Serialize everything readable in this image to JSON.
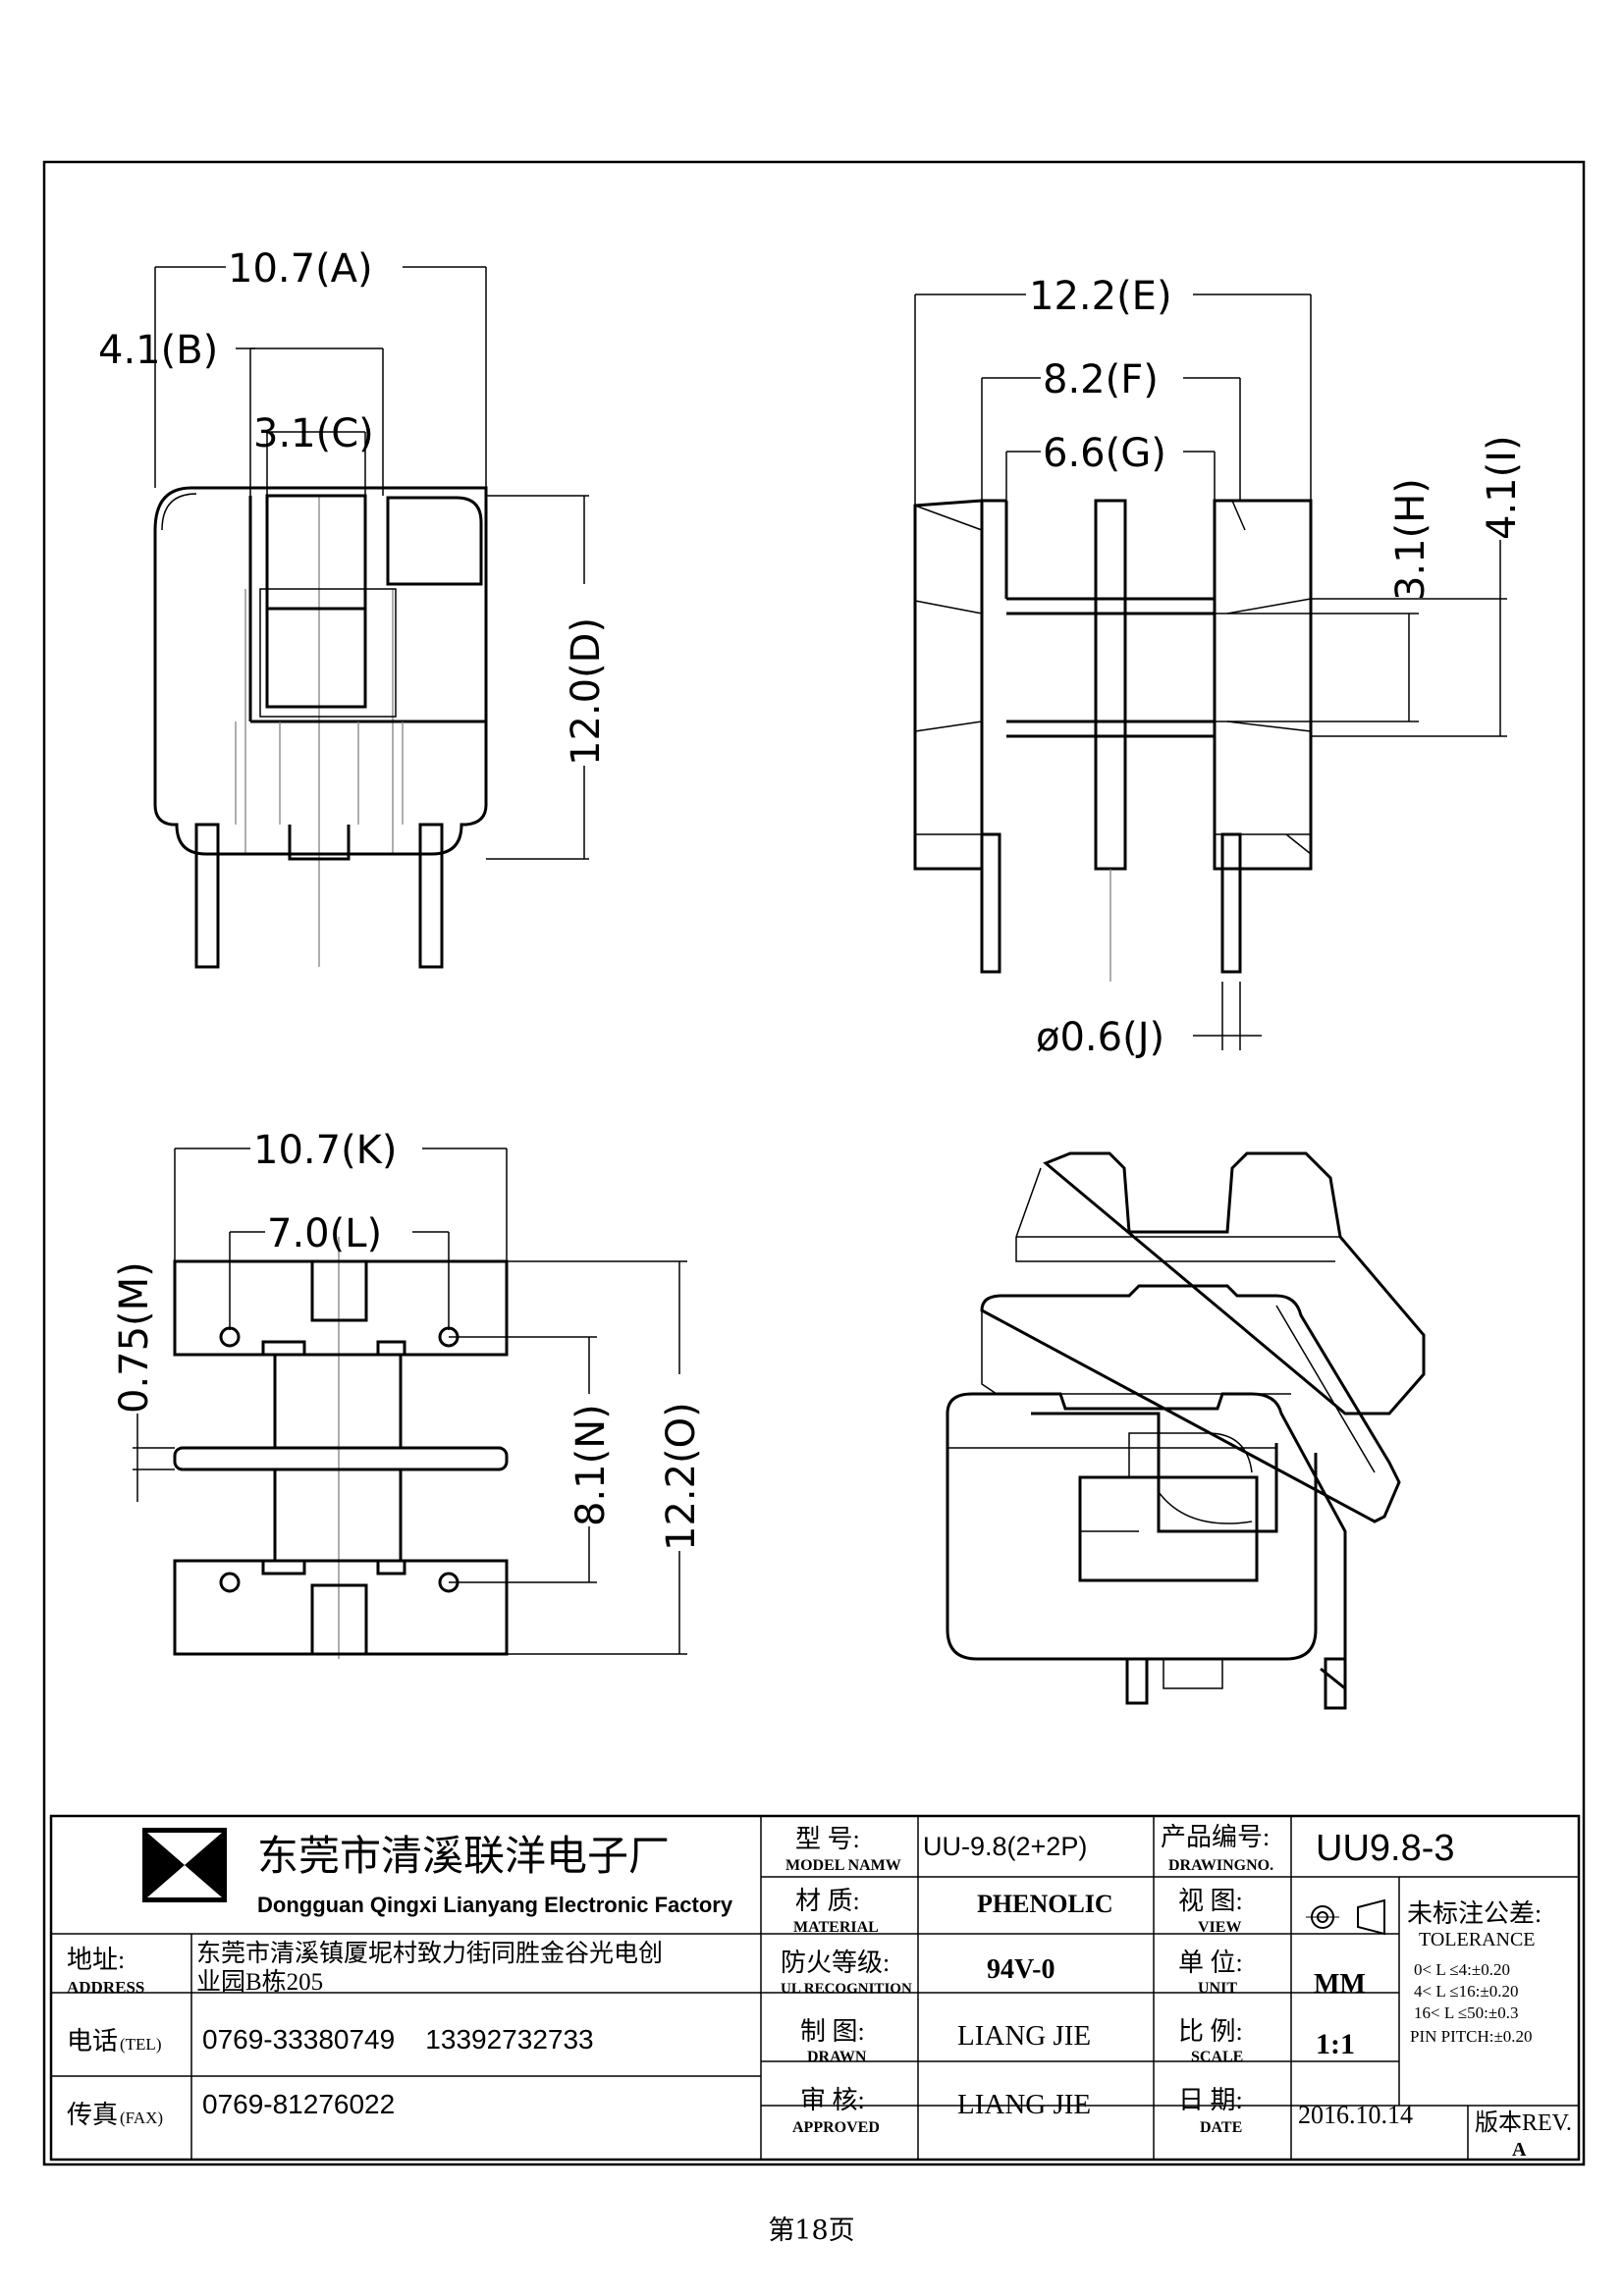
{
  "dimensions": {
    "A": "10.7(A)",
    "B": "4.1(B)",
    "C": "3.1(C)",
    "D": "12.0(D)",
    "E": "12.2(E)",
    "F": "8.2(F)",
    "G": "6.6(G)",
    "H": "3.1(H)",
    "I": "4.1(I)",
    "J": "ø0.6(J)",
    "K": "10.7(K)",
    "L": "7.0(L)",
    "M": "0.75(M)",
    "N": "8.1(N)",
    "O": "12.2(O)"
  },
  "title_block": {
    "company_cn": "东莞市清溪联洋电子厂",
    "company_en": "Dongguan Qingxi Lianyang Electronic Factory",
    "address_label_cn": "地址:",
    "address_label_en": "ADDRESS",
    "address_line1": "东莞市清溪镇厦坭村致力街同胜金谷光电创",
    "address_line2": "业园B栋205",
    "tel_label_cn": "电话",
    "tel_label_en": "(TEL)",
    "tel_value": "0769-33380749    13392732733",
    "fax_label_cn": "传真",
    "fax_label_en": "(FAX)",
    "fax_value": "0769-81276022",
    "model_label_cn": "型  号:",
    "model_label_en": "MODEL NAMW",
    "model_value": "UU-9.8(2+2P)",
    "material_label_cn": "材  质:",
    "material_label_en": "MATERIAL",
    "material_value": "PHENOLIC",
    "ul_label_cn": "防火等级:",
    "ul_label_en": "UL RECOGNITION",
    "ul_value": "94V-0",
    "drawn_label_cn": "制  图:",
    "drawn_label_en": "DRAWN",
    "drawn_value": "LIANG JIE",
    "approved_label_cn": "审  核:",
    "approved_label_en": "APPROVED",
    "approved_value": "LIANG JIE",
    "drawingno_label_cn": "产品编号:",
    "drawingno_label_en": "DRAWINGNO.",
    "drawingno_value": "UU9.8-3",
    "view_label_cn": "视  图:",
    "view_label_en": "VIEW",
    "unit_label_cn": "单  位:",
    "unit_label_en": "UNIT",
    "unit_value": "MM",
    "scale_label_cn": "比  例:",
    "scale_label_en": "SCALE",
    "scale_value": "1:1",
    "date_label_cn": "日  期:",
    "date_label_en": "DATE",
    "date_value": "2016.10.14",
    "tolerance_label_cn": "未标注公差:",
    "tolerance_label_en": "TOLERANCE",
    "tolerance_lines": [
      "0< L ≤4:±0.20",
      "4< L ≤16:±0.20",
      "16< L ≤50:±0.3",
      "PIN PITCH:±0.20"
    ],
    "rev_label": "版本REV.",
    "rev_value": "A"
  },
  "page_number": "第18页"
}
